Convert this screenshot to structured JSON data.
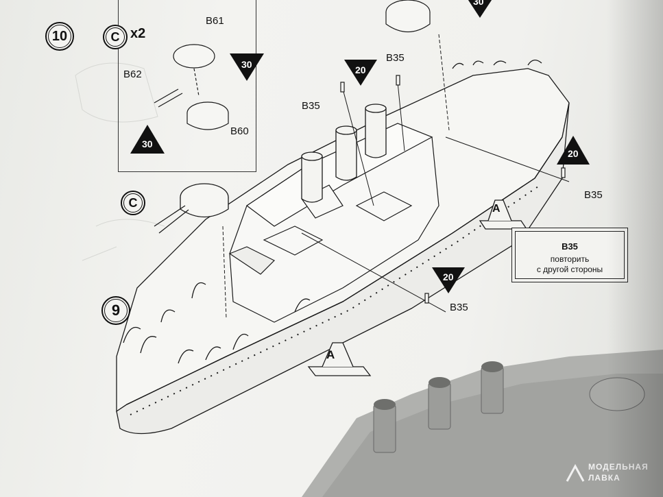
{
  "step_numbers": {
    "step10": "10",
    "step9": "9"
  },
  "subassembly": {
    "letter": "C",
    "multiplier": "x2"
  },
  "parts": {
    "b61": "B61",
    "b62": "B62",
    "b60": "B60",
    "b35_a": "B35",
    "b35_b": "B35",
    "b35_c": "B35",
    "b35_d": "B35"
  },
  "glue_markers": {
    "m1": "30",
    "m2": "30",
    "m3": "30",
    "m4": "20",
    "m5": "20",
    "m6": "20"
  },
  "stand_letters": {
    "front": "A",
    "rear": "A"
  },
  "note": {
    "title": "B35",
    "line1": "повторить",
    "line2": "с другой стороны"
  },
  "watermark": {
    "line1": "МОДЕЛЬНАЯ",
    "line2": "ЛАВКА"
  },
  "colors": {
    "paper": "#f1f1ee",
    "ink": "#111111",
    "marker": "#111111",
    "plastic": "#a9aaa7"
  }
}
